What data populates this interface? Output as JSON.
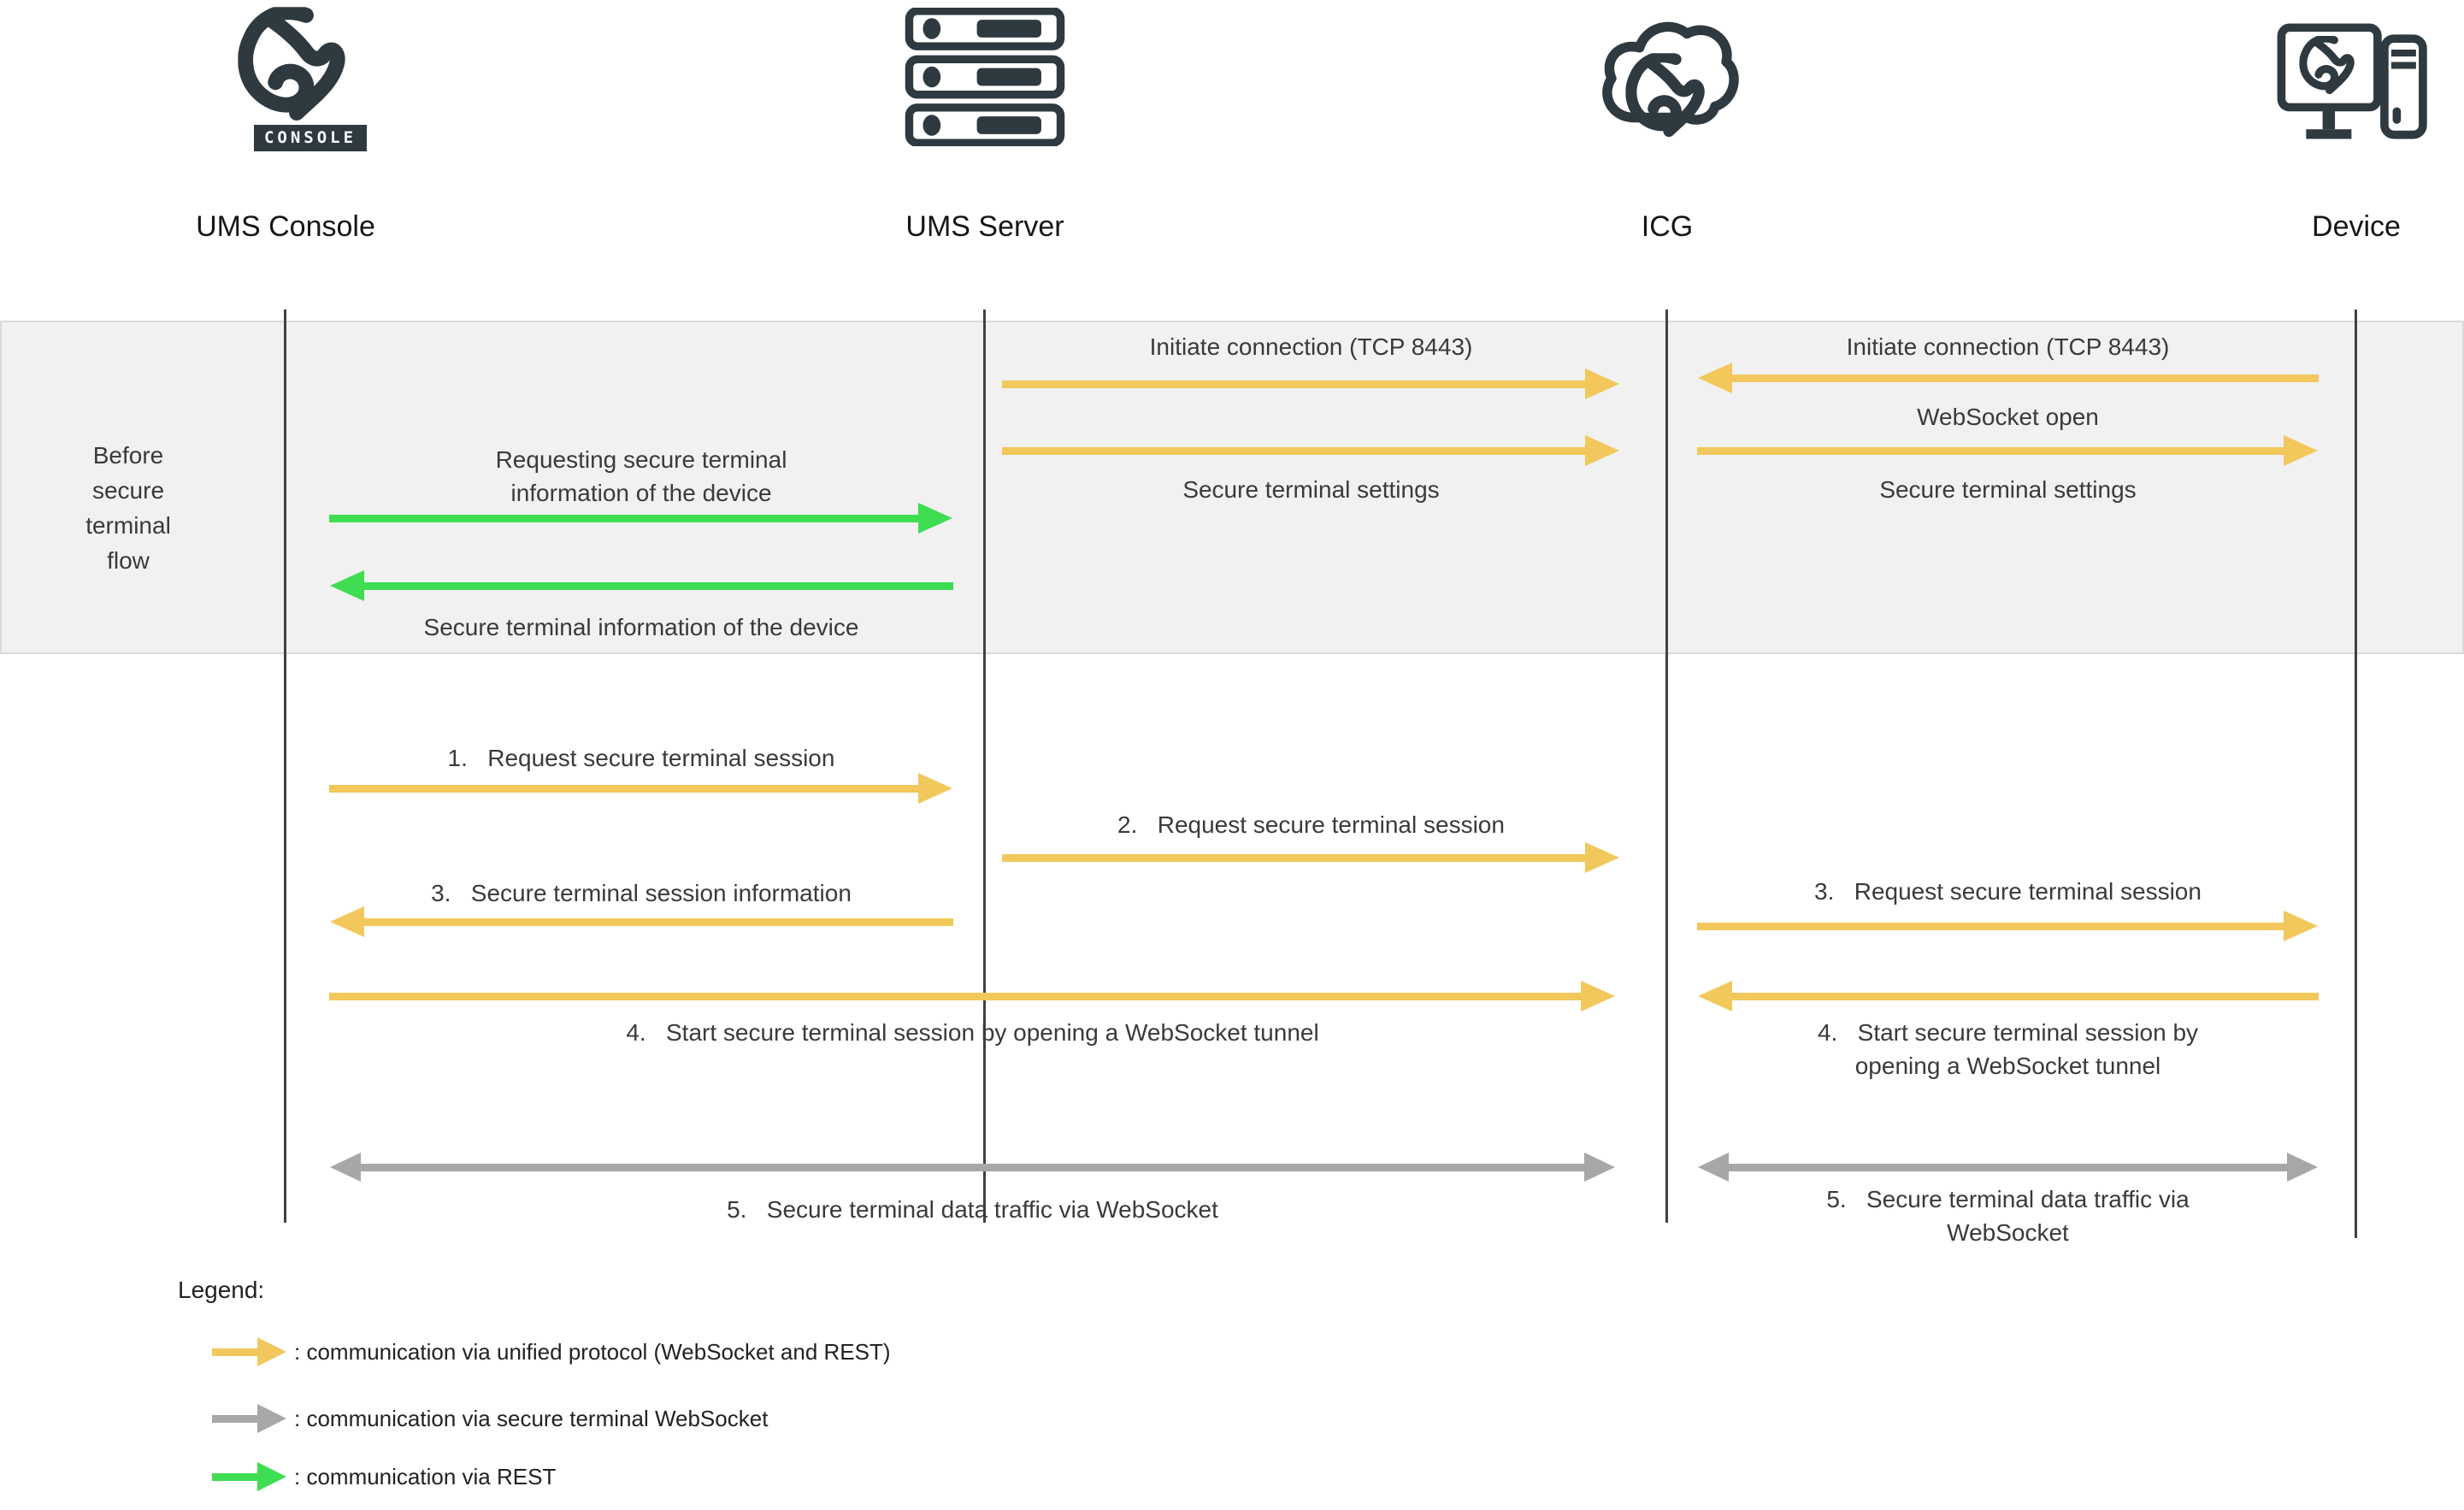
{
  "entities": [
    {
      "label": "UMS Console"
    },
    {
      "label": "UMS Server"
    },
    {
      "label": "ICG"
    },
    {
      "label": "Device"
    }
  ],
  "console_badge": "CONSOLE",
  "phase_band": {
    "label_lines": [
      "Before",
      "secure",
      "terminal",
      "flow"
    ]
  },
  "before_flow": {
    "console_server": {
      "request_line1": "Requesting secure terminal",
      "request_line2": "information of the device",
      "response": "Secure terminal information of the device"
    },
    "server_icg": {
      "initiate": "Initiate connection (TCP 8443)",
      "settings": "Secure terminal settings"
    },
    "icg_device": {
      "initiate": "Initiate connection (TCP 8443)",
      "websocket_open": "WebSocket open",
      "settings": "Secure terminal settings"
    }
  },
  "session_flow": {
    "step1": "1.   Request secure terminal session",
    "step2": "2.   Request secure terminal session",
    "step3_console": "3.   Secure terminal session information",
    "step3_device": "3.   Request secure terminal session",
    "step4_tunnel": "4.   Start secure terminal session by opening a WebSocket tunnel",
    "step4_device_line1": "4.   Start secure terminal session by",
    "step4_device_line2": "opening a WebSocket tunnel",
    "step5_traffic": "5.   Secure terminal data traffic via WebSocket",
    "step5_device_line1": "5.   Secure terminal data traffic via",
    "step5_device_line2": "WebSocket"
  },
  "legend": {
    "title": "Legend:",
    "items": [
      {
        "color_name": "yellow",
        "label": ": communication via unified protocol (WebSocket and REST)"
      },
      {
        "color_name": "gray",
        "label": ": communication via secure terminal WebSocket"
      },
      {
        "color_name": "green",
        "label": ": communication via REST"
      }
    ]
  },
  "colors": {
    "arrow_yellow": "#F2C85C",
    "arrow_gray": "#A7A7A7",
    "arrow_green": "#3FDD52",
    "icon_dark": "#2E3940",
    "band_bg": "#F1F1F1",
    "band_border": "#DBDBDB",
    "text": "#3A3A3A",
    "heading": "#161616",
    "lifeline": "#414141"
  }
}
